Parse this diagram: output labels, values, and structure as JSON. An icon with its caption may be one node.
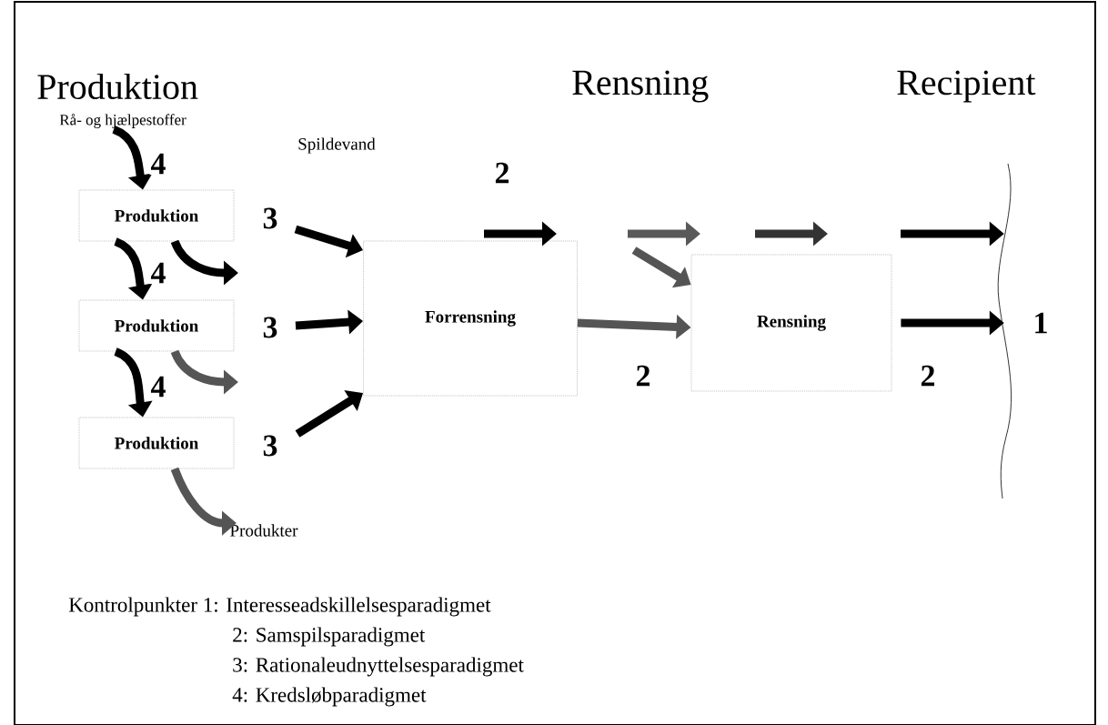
{
  "diagram": {
    "nodes": [
      {
        "text": [
          "Rå- og hjælpestoffer"
        ]
      },
      {
        "text": [
          "Produktion"
        ]
      },
      {
        "text": [
          "Produktion"
        ]
      },
      {
        "text": [
          "Produktion"
        ]
      },
      {
        "text": [
          "Produkter"
        ]
      },
      {
        "text": [
          "Forrensning"
        ]
      },
      {
        "text": [
          "Rensning"
        ]
      },
      {
        "text": [
          "1"
        ]
      }
    ],
    "edges": [
      {
        "from": 0,
        "to": 1,
        "arrow": "to",
        "label": "4"
      },
      {
        "from": 1,
        "to": 2,
        "arrow": "to",
        "label": "4"
      },
      {
        "from": 2,
        "to": 3,
        "arrow": "to",
        "label": "4"
      },
      {
        "from": 1,
        "to": null,
        "arrow": "to"
      },
      {
        "from": 2,
        "to": null,
        "arrow": "to",
        "color": "#555555"
      },
      {
        "from": 3,
        "to": 4,
        "arrow": "to",
        "color": "#555555"
      },
      {
        "from": null,
        "to": 5,
        "arrow": "to",
        "label": "3"
      },
      {
        "from": null,
        "to": 5,
        "arrow": "to",
        "label": "3"
      },
      {
        "from": null,
        "to": 5,
        "arrow": "to",
        "label": "3"
      },
      {
        "from": 5,
        "to": 6,
        "arrow": "to",
        "color": "#555555"
      },
      {
        "from": null,
        "to": 6,
        "arrow": "to",
        "color": "#555555"
      },
      {
        "from": null,
        "to": 7,
        "arrow": "to"
      },
      {
        "from": 6,
        "to": 7,
        "arrow": "to"
      }
    ],
    "labels": [
      "Produktion",
      "Rensning",
      "Recipient",
      "Spildevand",
      "2",
      "2",
      "2",
      "Kontrolpunkter 1: Interesseadskillelsesparadigmet",
      "2: Samspilsparadigmet",
      "3: Rationaleudnyttelsesparadigmet",
      "4: Kredsløbparadigmet"
    ]
  }
}
